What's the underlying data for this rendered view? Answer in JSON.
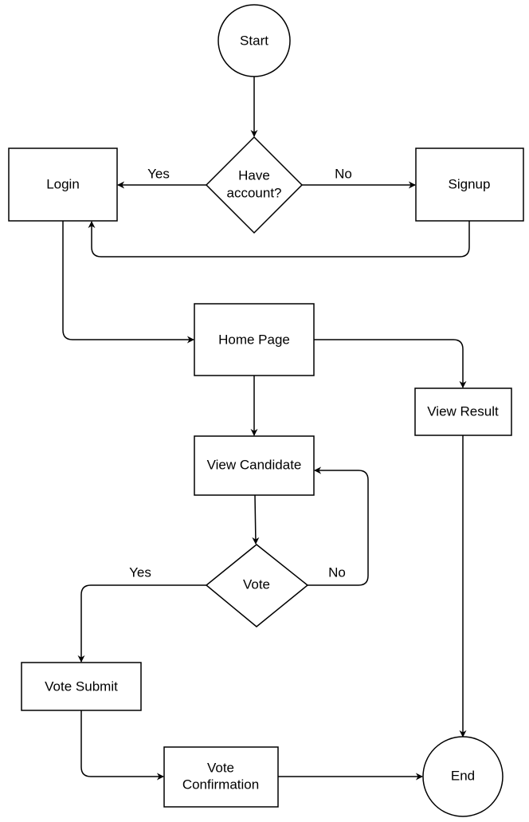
{
  "diagram": {
    "type": "flowchart",
    "nodes": {
      "start": "Start",
      "have_account": [
        "Have",
        "account?"
      ],
      "login": "Login",
      "signup": "Signup",
      "home_page": "Home Page",
      "view_result": "View Result",
      "view_candidate": "View Candidate",
      "vote": "Vote",
      "vote_submit": "Vote Submit",
      "vote_confirmation": [
        "Vote",
        "Confirmation"
      ],
      "end": "End"
    },
    "edge_labels": {
      "have_account_yes": "Yes",
      "have_account_no": "No",
      "vote_yes": "Yes",
      "vote_no": "No"
    },
    "edges": [
      {
        "from": "start",
        "to": "have_account"
      },
      {
        "from": "have_account",
        "to": "login",
        "label": "Yes"
      },
      {
        "from": "have_account",
        "to": "signup",
        "label": "No"
      },
      {
        "from": "signup",
        "to": "login"
      },
      {
        "from": "login",
        "to": "home_page"
      },
      {
        "from": "home_page",
        "to": "view_result"
      },
      {
        "from": "home_page",
        "to": "view_candidate"
      },
      {
        "from": "view_candidate",
        "to": "vote"
      },
      {
        "from": "vote",
        "to": "vote_submit",
        "label": "Yes"
      },
      {
        "from": "vote",
        "to": "view_candidate",
        "label": "No"
      },
      {
        "from": "vote_submit",
        "to": "vote_confirmation"
      },
      {
        "from": "vote_confirmation",
        "to": "end"
      },
      {
        "from": "view_result",
        "to": "end"
      }
    ],
    "colors": {
      "stroke": "#000000",
      "fill": "#ffffff",
      "text": "#000000"
    }
  }
}
